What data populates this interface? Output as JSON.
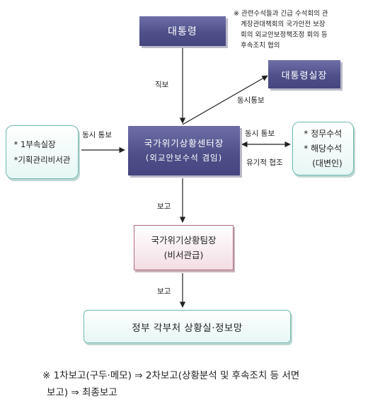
{
  "note": {
    "line1": "※ 관련수석들과 긴급 수석회의 관",
    "line2": "계장관대책회의 국가안전 보장",
    "line3": "회의 외교안보정책조정 회의 등",
    "line4": "후속조치 협의"
  },
  "nodes": {
    "president": "대통령",
    "chief_of_staff": "대통령실장",
    "left_box": {
      "item1": "* 1부속실장",
      "item2": "*기획관리비서관"
    },
    "center": {
      "title": "국가위기상황센터장",
      "subtitle": "(외교안보수석 겸임)"
    },
    "right_box": {
      "item1": "* 정무수석",
      "item2": "* 해당수석",
      "item3": "(대변인)"
    },
    "situation_team": {
      "title": "국가위기상황팀장",
      "subtitle": "(비서관급)"
    },
    "ministries": "정부 각부처 상황실·정보망"
  },
  "edges": {
    "direct_report": "직보",
    "simultaneous_report_top": "동시통보",
    "simultaneous_report_left": "동시 통보",
    "simultaneous_report_right": "동시 통보",
    "organic_cooperation": "유기적 협조",
    "report_1": "보고",
    "report_2": "보고"
  },
  "footnote": {
    "line1": "※ 1차보고(구두·메모) ⇒ 2차보고(상황분석 및 후속조치 등 서면",
    "line2": "보고) ⇒ 최종보고"
  },
  "colors": {
    "purple_box": "#4f4f8a",
    "green_border": "#6fb8b0",
    "pink_border": "#b06d7d"
  }
}
